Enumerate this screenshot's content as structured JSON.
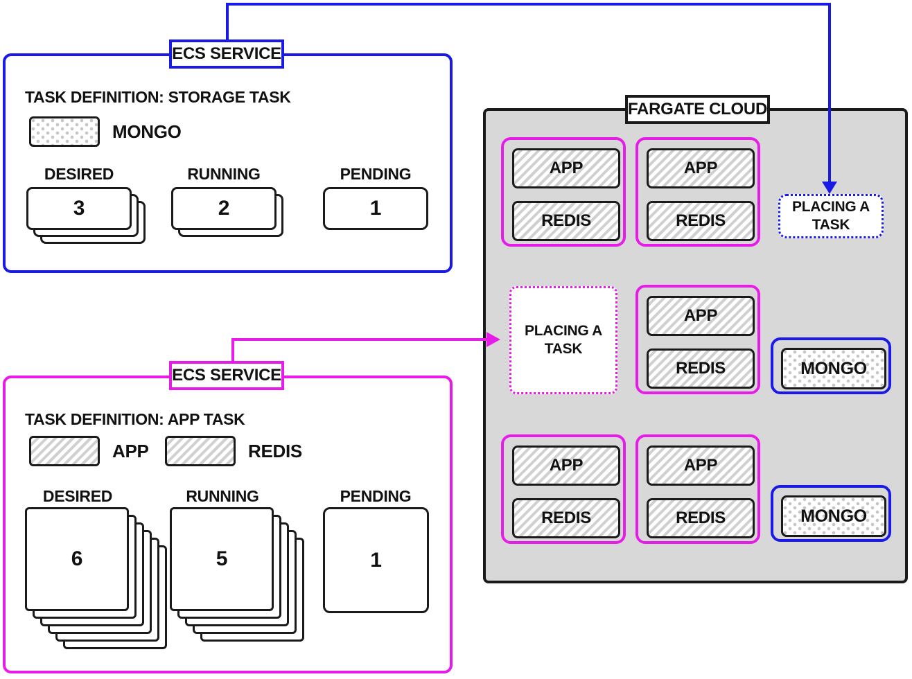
{
  "colors": {
    "blue_accent": "#1a1ae6",
    "magenta_accent": "#e81ce8",
    "cloud_background": "#d8d8d8",
    "outline_black": "#1a1a1a",
    "pattern_gray": "#c9c9c9"
  },
  "services": [
    {
      "title": "ECS SERVICE",
      "task_definition": "TASK DEFINITION: STORAGE TASK",
      "legend": [
        {
          "label": "MONGO",
          "pattern": "dots"
        }
      ],
      "counters": [
        {
          "label": "DESIRED",
          "value": "3",
          "stack_count": 3
        },
        {
          "label": "RUNNING",
          "value": "2",
          "stack_count": 2
        },
        {
          "label": "PENDING",
          "value": "1",
          "stack_count": 1
        }
      ]
    },
    {
      "title": "ECS SERVICE",
      "task_definition": "TASK DEFINITION: APP TASK",
      "legend": [
        {
          "label": "APP",
          "pattern": "hatch"
        },
        {
          "label": "REDIS",
          "pattern": "hatch"
        }
      ],
      "counters": [
        {
          "label": "DESIRED",
          "value": "6",
          "stack_count": 6
        },
        {
          "label": "RUNNING",
          "value": "5",
          "stack_count": 5
        },
        {
          "label": "PENDING",
          "value": "1",
          "stack_count": 1
        }
      ]
    }
  ],
  "cloud": {
    "title": "FARGATE CLOUD",
    "placing_task_blue": "PLACING A TASK",
    "placing_task_magenta": "PLACING A TASK",
    "app_groups": [
      {
        "containers": [
          "APP",
          "REDIS"
        ]
      },
      {
        "containers": [
          "APP",
          "REDIS"
        ]
      },
      {
        "containers": [
          "APP",
          "REDIS"
        ]
      },
      {
        "containers": [
          "APP",
          "REDIS"
        ]
      },
      {
        "containers": [
          "APP",
          "REDIS"
        ]
      }
    ],
    "mongo_tasks": [
      "MONGO",
      "MONGO"
    ]
  }
}
